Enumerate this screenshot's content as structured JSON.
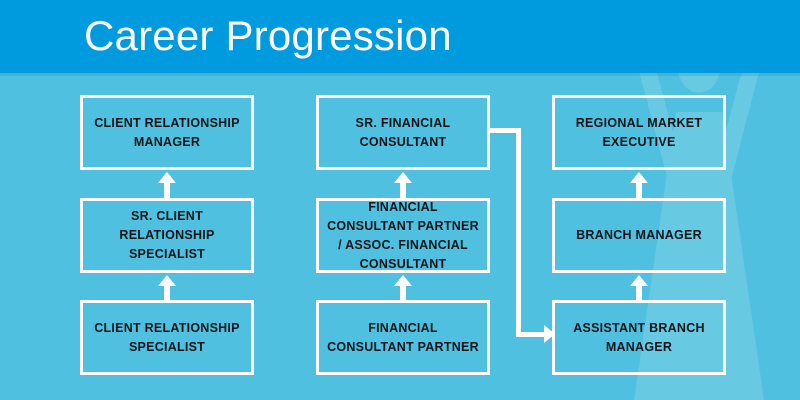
{
  "header": {
    "title": "Career Progression",
    "background_color": "#009ADE",
    "title_color": "#FFFFFF"
  },
  "canvas": {
    "background_color": "#4FC0DF",
    "box_border_color": "#FFFFFF",
    "box_text_color": "#111418",
    "connector_color": "#FFFFFF",
    "silhouette_label": "celebrating-person-silhouette"
  },
  "chart_data": {
    "type": "diagram",
    "title": "Career Progression",
    "tracks": [
      {
        "name": "client-relationship",
        "nodes": [
          {
            "id": "crs",
            "label": "CLIENT RELATIONSHIP SPECIALIST",
            "level": 1
          },
          {
            "id": "scrs",
            "label": "SR. CLIENT RELATIONSHIP SPECIALIST",
            "level": 2
          },
          {
            "id": "crm",
            "label": "CLIENT RELATIONSHIP MANAGER",
            "level": 3
          }
        ]
      },
      {
        "name": "financial-consultant",
        "nodes": [
          {
            "id": "fcp",
            "label": "FINANCIAL CONSULTANT PARTNER",
            "level": 1
          },
          {
            "id": "fcpa",
            "label": "FINANCIAL CONSULTANT PARTNER / ASSOC. FINANCIAL CONSULTANT",
            "level": 2
          },
          {
            "id": "sfc",
            "label": "SR. FINANCIAL CONSULTANT",
            "level": 3
          }
        ]
      },
      {
        "name": "branch-management",
        "nodes": [
          {
            "id": "abm",
            "label": "ASSISTANT BRANCH MANAGER",
            "level": 1
          },
          {
            "id": "bm",
            "label": "BRANCH MANAGER",
            "level": 2
          },
          {
            "id": "rme",
            "label": "REGIONAL MARKET EXECUTIVE",
            "level": 3
          }
        ]
      }
    ],
    "edges": [
      {
        "from": "crs",
        "to": "scrs",
        "kind": "vertical-arrow"
      },
      {
        "from": "scrs",
        "to": "crm",
        "kind": "vertical-arrow"
      },
      {
        "from": "fcp",
        "to": "fcpa",
        "kind": "vertical-arrow"
      },
      {
        "from": "fcpa",
        "to": "sfc",
        "kind": "vertical-arrow"
      },
      {
        "from": "abm",
        "to": "bm",
        "kind": "vertical-arrow"
      },
      {
        "from": "bm",
        "to": "rme",
        "kind": "vertical-arrow"
      },
      {
        "from": "sfc",
        "to": "abm",
        "kind": "elbow-arrow"
      }
    ]
  },
  "boxes": {
    "a1": "CLIENT RELATIONSHIP MANAGER",
    "a2": "SR. CLIENT RELATIONSHIP SPECIALIST",
    "a3": "CLIENT RELATIONSHIP SPECIALIST",
    "b1": "SR. FINANCIAL CONSULTANT",
    "b2": "FINANCIAL CONSULTANT PARTNER / ASSOC. FINANCIAL CONSULTANT",
    "b3": "FINANCIAL CONSULTANT PARTNER",
    "c1": "REGIONAL MARKET EXECUTIVE",
    "c2": "BRANCH MANAGER",
    "c3": "ASSISTANT BRANCH MANAGER"
  }
}
